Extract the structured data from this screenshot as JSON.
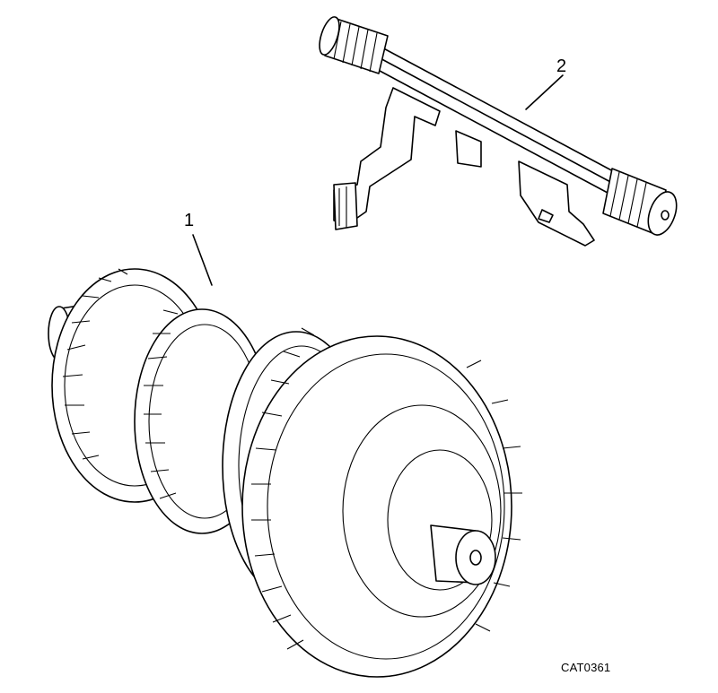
{
  "callouts": [
    {
      "label": "1",
      "target": "gear-cluster"
    },
    {
      "label": "2",
      "target": "selector-fork-shaft"
    }
  ],
  "figure_code": "CAT0361"
}
